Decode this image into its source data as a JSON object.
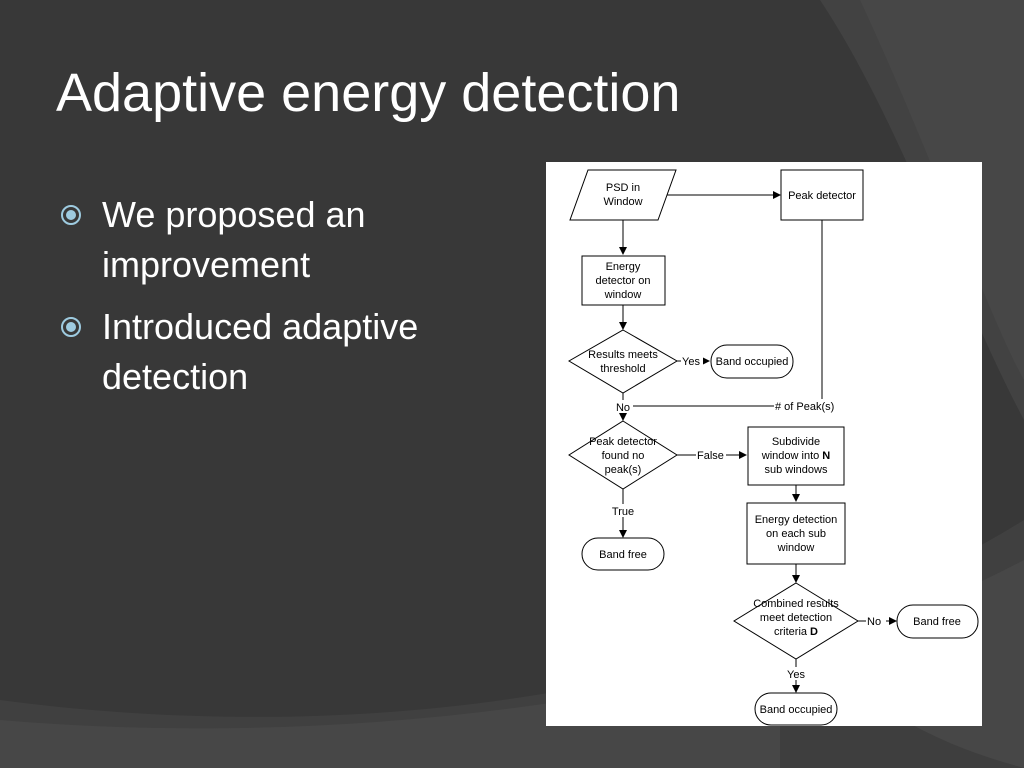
{
  "slide": {
    "title": "Adaptive energy detection",
    "bullets": [
      {
        "text": "We proposed an improvement",
        "lines": [
          "We proposed an",
          "improvement"
        ]
      },
      {
        "text": "Introduced adaptive detection",
        "lines": [
          "Introduced adaptive",
          "detection"
        ]
      }
    ]
  },
  "colors": {
    "background": "#383838",
    "text": "#ffffff",
    "bullet_icon": "#9ecbe0",
    "diagram_background": "#ffffff"
  },
  "diagram": {
    "nodes": {
      "psd": {
        "lines": [
          "PSD in",
          "Window"
        ]
      },
      "peak_detector": {
        "lines": [
          "Peak detector"
        ]
      },
      "energy_detector": {
        "lines": [
          "Energy",
          "detector on",
          "window"
        ]
      },
      "results_threshold": {
        "lines": [
          "Results meets",
          "threshold"
        ]
      },
      "band_occupied_1": {
        "lines": [
          "Band occupied"
        ]
      },
      "peak_found": {
        "lines": [
          "Peak detector",
          "found no",
          "peak(s)"
        ]
      },
      "subdivide": {
        "lines": [
          "Subdivide",
          "window into",
          "sub windows"
        ],
        "bold": "N"
      },
      "band_free_1": {
        "lines": [
          "Band free"
        ]
      },
      "energy_sub": {
        "lines": [
          "Energy detection",
          "on each sub",
          "window"
        ]
      },
      "combined": {
        "lines": [
          "Combined results",
          "meet detection",
          "criteria"
        ],
        "bold": "D"
      },
      "band_free_2": {
        "lines": [
          "Band free"
        ]
      },
      "band_occupied_2": {
        "lines": [
          "Band occupied"
        ]
      }
    },
    "edge_labels": {
      "yes_1": "Yes",
      "no_1": "No",
      "peaks": "# of Peak(s)",
      "false": "False",
      "true": "True",
      "no_2": "No",
      "yes_2": "Yes"
    }
  }
}
